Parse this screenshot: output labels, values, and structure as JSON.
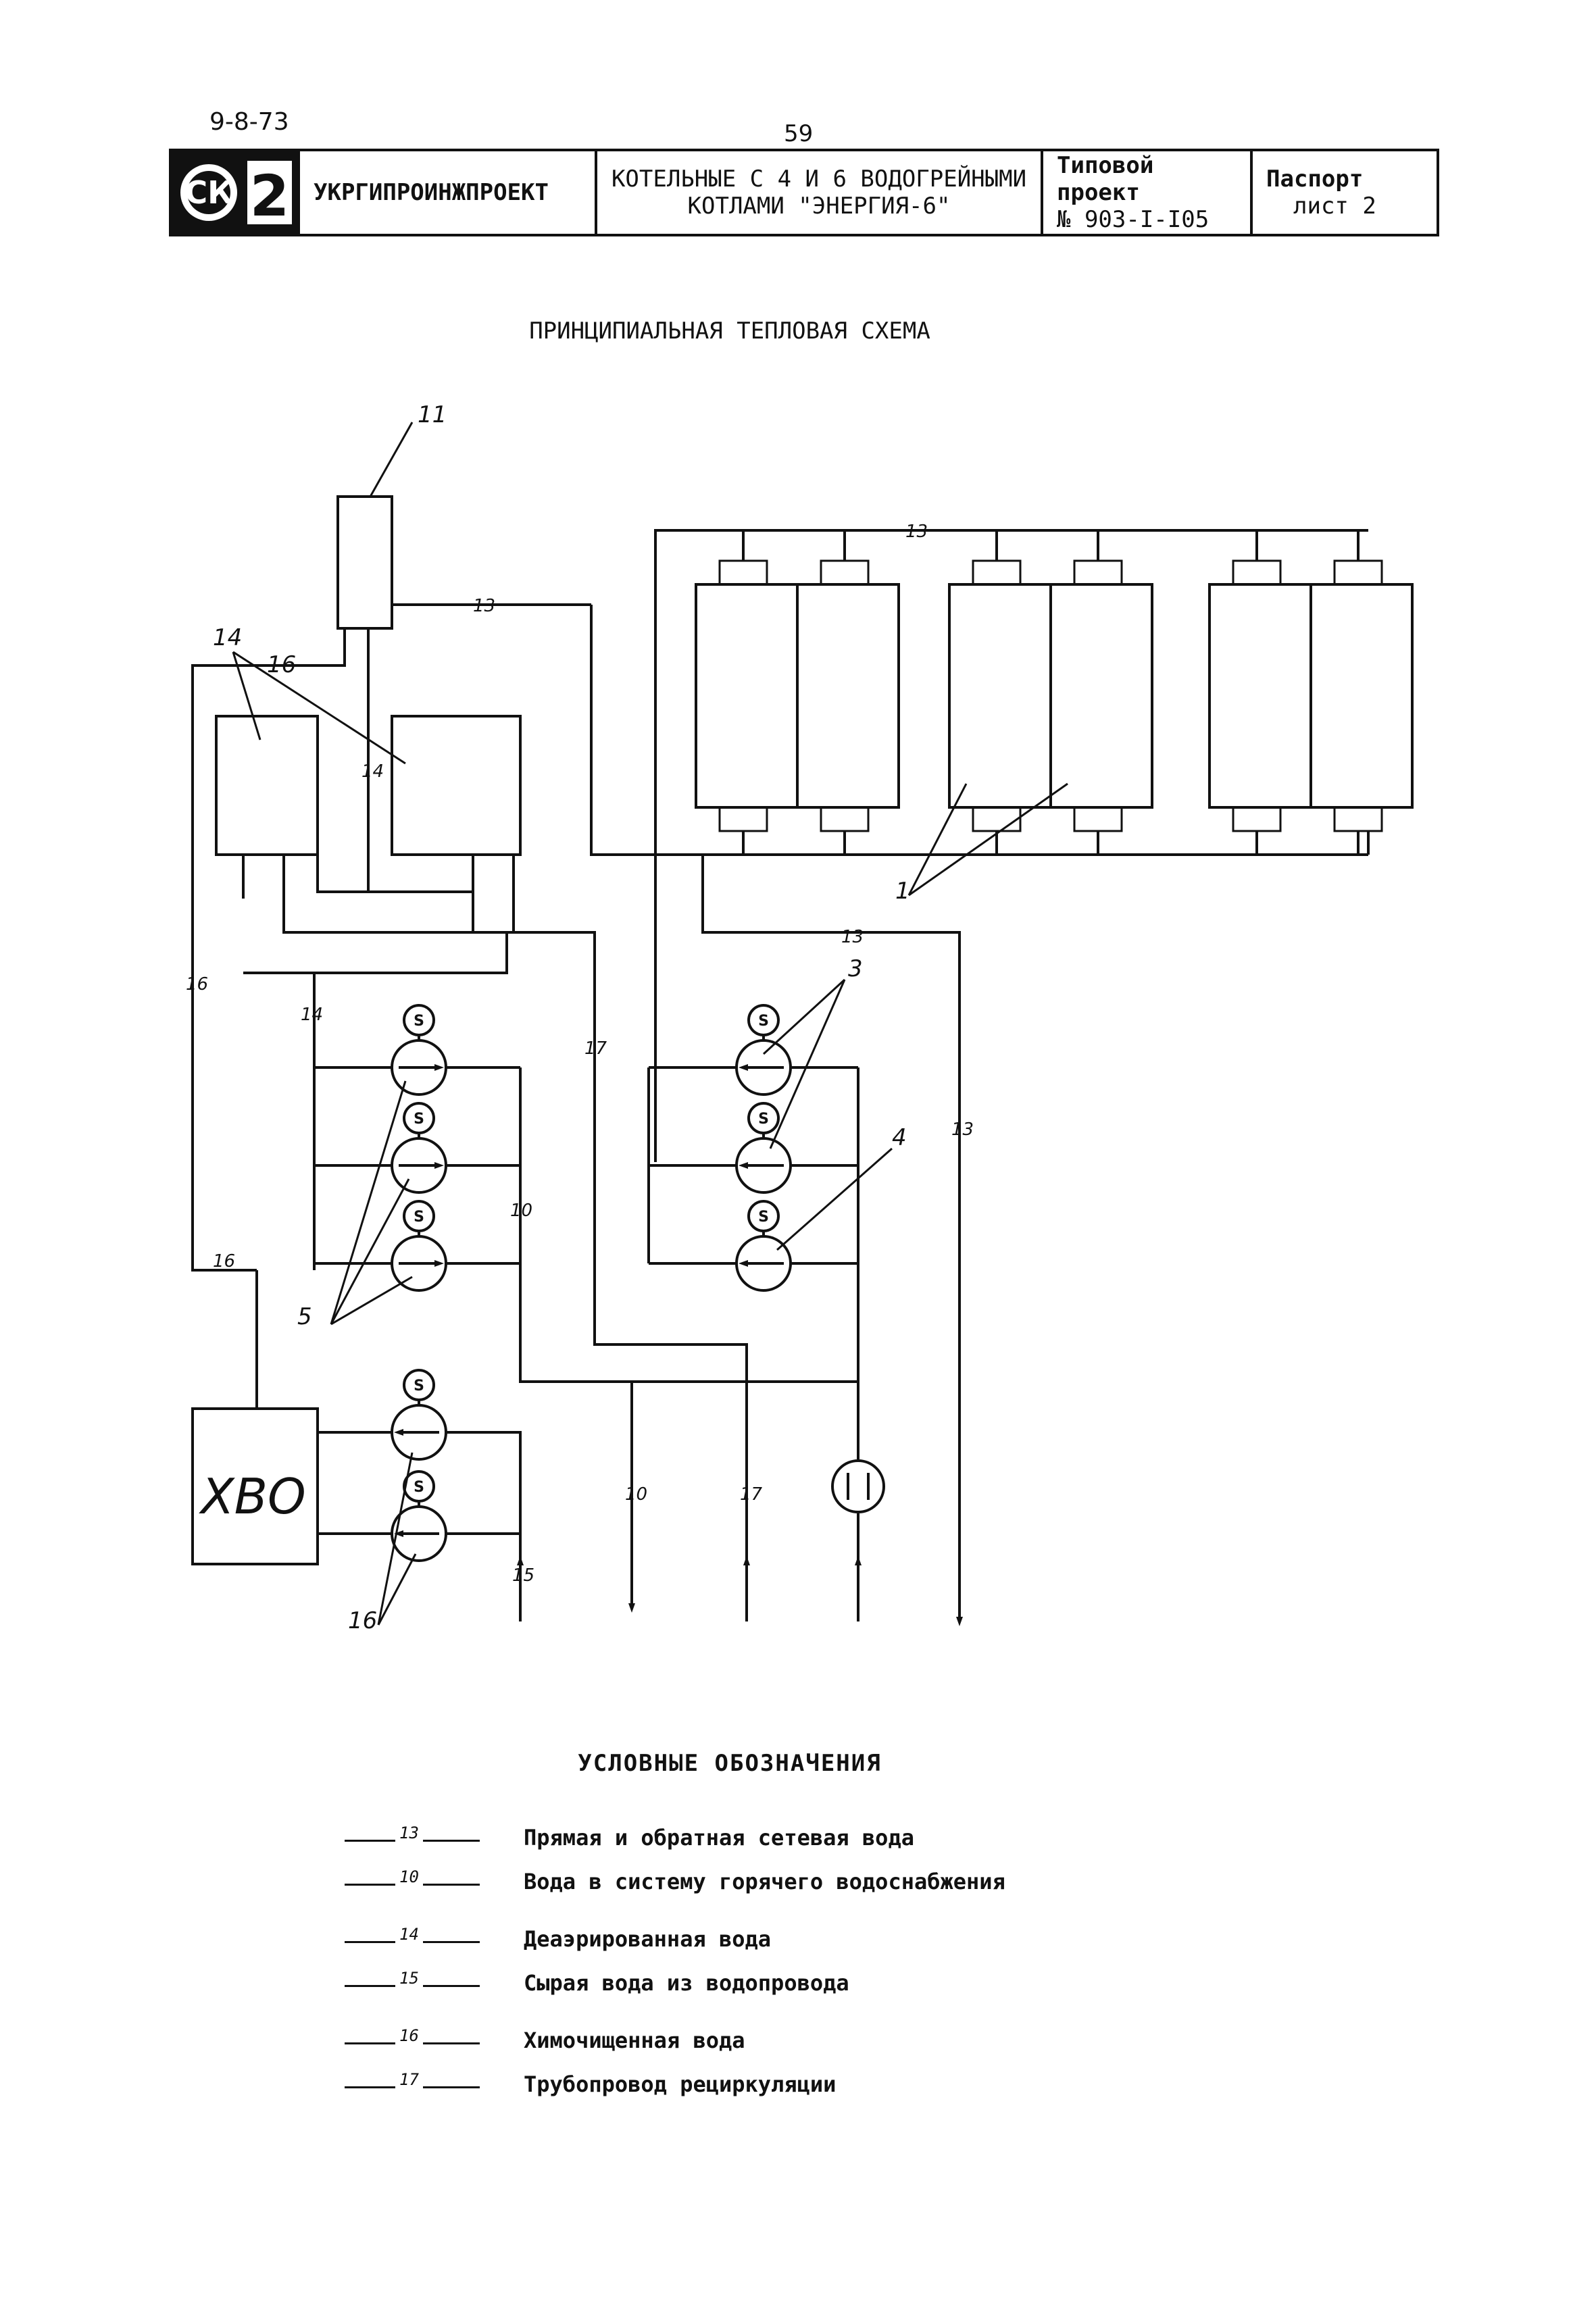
{
  "header": {
    "top_code": "9-8-73",
    "page_number": "59",
    "stamp": {
      "logo_letters": "СК",
      "logo_number": "2",
      "organization": "УКРГИПРОИНЖПРОЕКТ",
      "title_line1": "КОТЕЛЬНЫЕ С 4 И 6 ВОДОГРЕЙНЫМИ",
      "title_line2": "КОТЛАМИ \"ЭНЕРГИЯ-6\"",
      "project_line1": "Типовой проект",
      "project_line2": "№ 903-I-I05",
      "sheet_line1": "Паспорт",
      "sheet_line2": "лист 2"
    }
  },
  "diagram": {
    "title": "ПРИНЦИПИАЛЬНАЯ ТЕПЛОВАЯ СХЕМА",
    "callouts": {
      "c1": "1",
      "c3": "3",
      "c4": "4",
      "c5": "5",
      "c11": "11",
      "c14": "14",
      "c16a": "16",
      "c16b": "16"
    },
    "hvo_label": "ХВО",
    "pump_symbol": "S",
    "line_codes": {
      "l13": "13",
      "l10": "10",
      "l14": "14",
      "l15": "15",
      "l16": "16",
      "l17": "17"
    }
  },
  "legend": {
    "title": "УСЛОВНЫЕ   ОБОЗНАЧЕНИЯ",
    "items": [
      {
        "code": "13",
        "label": "Прямая и обратная сетевая вода"
      },
      {
        "code": "10",
        "label": "Вода в систему горячего водоснабжения"
      },
      {
        "code": "14",
        "label": "Деаэрированная вода"
      },
      {
        "code": "15",
        "label": "Сырая вода из водопровода"
      },
      {
        "code": "16",
        "label": "Химочищенная вода"
      },
      {
        "code": "17",
        "label": "Трубопровод рециркуляции"
      }
    ]
  }
}
